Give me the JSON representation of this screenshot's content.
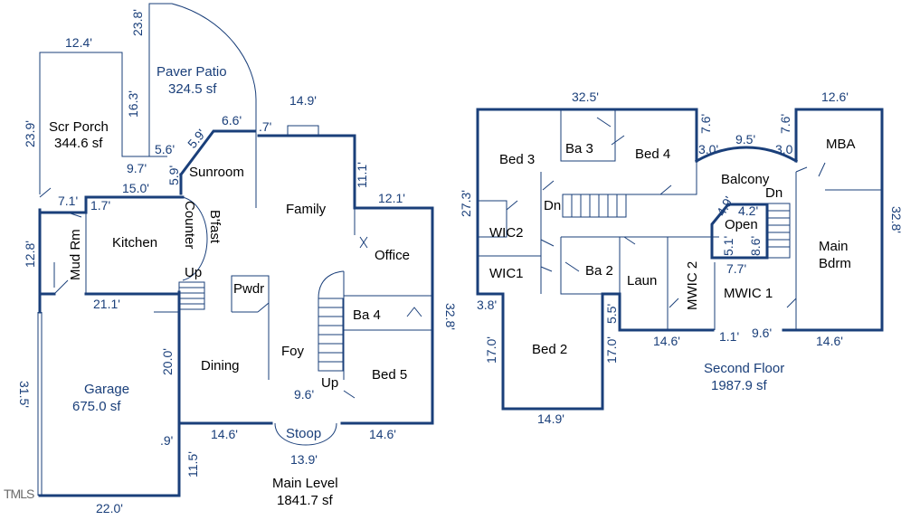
{
  "main_level": {
    "title": "Main Level",
    "area": "1841.7 sf",
    "rooms": {
      "scr_porch": "Scr Porch",
      "scr_porch_area": "344.6 sf",
      "paver_patio": "Paver Patio",
      "paver_patio_area": "324.5 sf",
      "sunroom": "Sunroom",
      "kitchen": "Kitchen",
      "counter": "Counter",
      "bfast": "B'fast",
      "mud_rm": "Mud Rm",
      "family": "Family",
      "office": "Office",
      "pwdr": "Pwdr",
      "dining": "Dining",
      "foy": "Foy",
      "ba4": "Ba 4",
      "bed5": "Bed 5",
      "garage": "Garage",
      "garage_area": "675.0 sf",
      "stoop": "Stoop",
      "up1": "Up",
      "up2": "Up"
    },
    "dims": {
      "d12_4": "12.4'",
      "d23_8": "23.8'",
      "d16_3": "16.3'",
      "d23_9": "23.9'",
      "d9_7": "9.7'",
      "d5_6": "5.6'",
      "d5_9a": "5.9'",
      "d5_9b": "5.9'",
      "d6_6": "6.6'",
      "d0_7": ".7'",
      "d14_9": "14.9'",
      "d11_1": "11.1'",
      "d12_1": "12.1'",
      "d15_0": "15.0'",
      "d7_1": "7.1'",
      "d1_7": "1.7'",
      "d12_8": "12.8'",
      "d21_1": "21.1'",
      "d32_8": "32.8'",
      "d20_0": "20.0'",
      "d9_6": "9.6'",
      "d14_6a": "14.6'",
      "d14_6b": "14.6'",
      "d13_9": "13.9'",
      "d31_5": "31.5'",
      "d0_9": ".9'",
      "d11_5": "11.5'",
      "d22_0": "22.0'"
    }
  },
  "second_floor": {
    "title": "Second Floor",
    "area": "1987.9 sf",
    "rooms": {
      "bed3": "Bed 3",
      "ba3": "Ba 3",
      "bed4": "Bed 4",
      "balcony": "Balcony",
      "mba": "MBA",
      "dn1": "Dn",
      "dn2": "Dn",
      "wic2": "WIC2",
      "wic1": "WIC1",
      "ba2": "Ba 2",
      "laun": "Laun",
      "mwic2": "MWIC 2",
      "open": "Open",
      "mwic1": "MWIC 1",
      "main_bdrm1": "Main",
      "main_bdrm2": "Bdrm",
      "bed2": "Bed 2"
    },
    "dims": {
      "d32_5": "32.5'",
      "d12_6": "12.6'",
      "d7_6a": "7.6'",
      "d7_6b": "7.6'",
      "d3_0a": "3.0'",
      "d9_5": "9.5'",
      "d3_0b": "3.0",
      "d27_3": "27.3'",
      "d4_9": "4.9'",
      "d4_2": "4.2'",
      "d5_1": "5.1'",
      "d8_6": "8.6'",
      "d7_7": "7.7'",
      "d32_8": "32.8'",
      "d3_8": "3.8'",
      "d5_5": "5.5'",
      "d17_0a": "17.0'",
      "d17_0b": "17.0'",
      "d14_6a": "14.6'",
      "d1_1": "1.1'",
      "d9_6": "9.6'",
      "d14_6b": "14.6'",
      "d14_9": "14.9'"
    }
  },
  "watermark": "TMLS",
  "colors": {
    "wall": "#1a3f7a",
    "dimension_text": "#1a3f7a",
    "room_text": "#000000"
  }
}
